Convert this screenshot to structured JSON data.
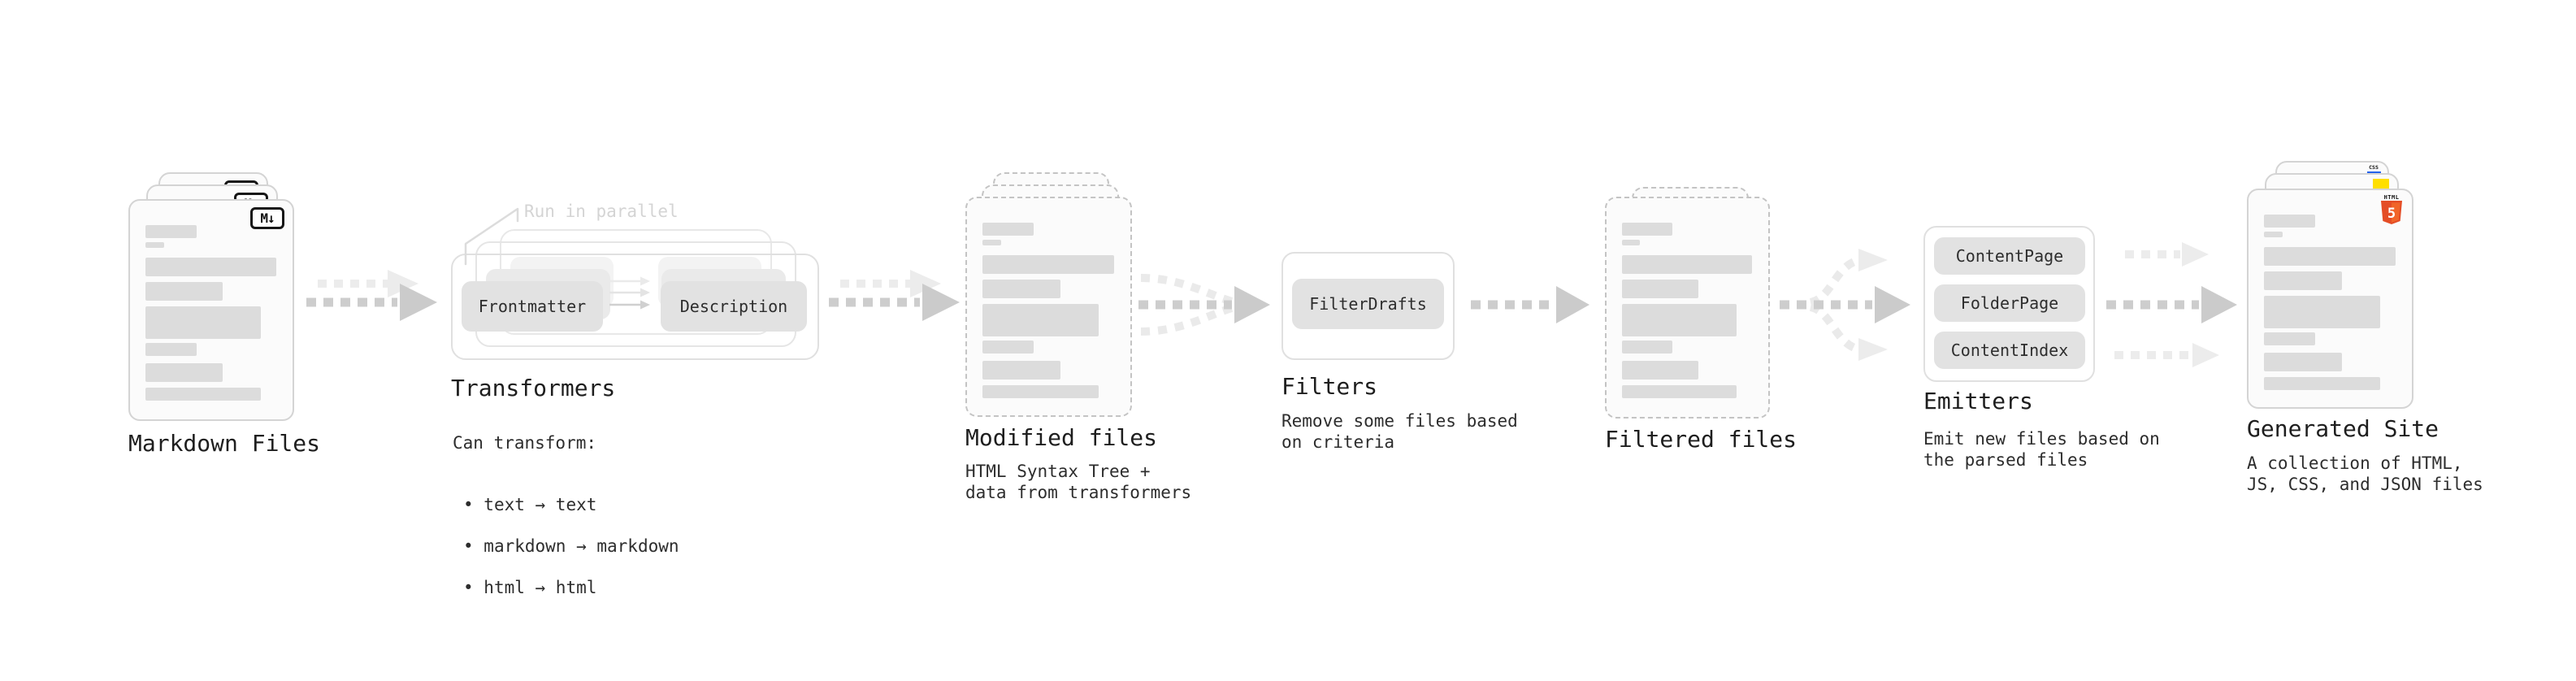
{
  "diagram": {
    "markdown_files": {
      "label": "Markdown Files",
      "icon": "M↓"
    },
    "transformers": {
      "annotation": "Run in parallel",
      "input_chip": "Frontmatter",
      "output_chip": "Description",
      "label": "Transformers",
      "description_heading": "Can transform:",
      "bullets": [
        "text → text",
        "markdown → markdown",
        "html → html"
      ]
    },
    "modified_files": {
      "label": "Modified files",
      "description": "HTML Syntax Tree +\ndata from transformers"
    },
    "filters": {
      "chip": "FilterDrafts",
      "label": "Filters",
      "description": "Remove some files based\non criteria"
    },
    "filtered_files": {
      "label": "Filtered files"
    },
    "emitters": {
      "chips": [
        "ContentPage",
        "FolderPage",
        "ContentIndex"
      ],
      "label": "Emitters",
      "description": "Emit new files based on\nthe parsed files"
    },
    "generated_site": {
      "label": "Generated Site",
      "description": "A collection of HTML,\nJS, CSS, and JSON files",
      "icons": {
        "html5_word": "HTML",
        "html5_five": "5",
        "css_word": "CSS"
      }
    }
  },
  "colors": {
    "html5_orange": "#e44d26",
    "html5_orange_light": "#f16529",
    "js_yellow": "#ffdf00",
    "css_blue": "#2563eb",
    "arrow_dark": "#cdcdcd",
    "arrow_light": "#ececec"
  }
}
